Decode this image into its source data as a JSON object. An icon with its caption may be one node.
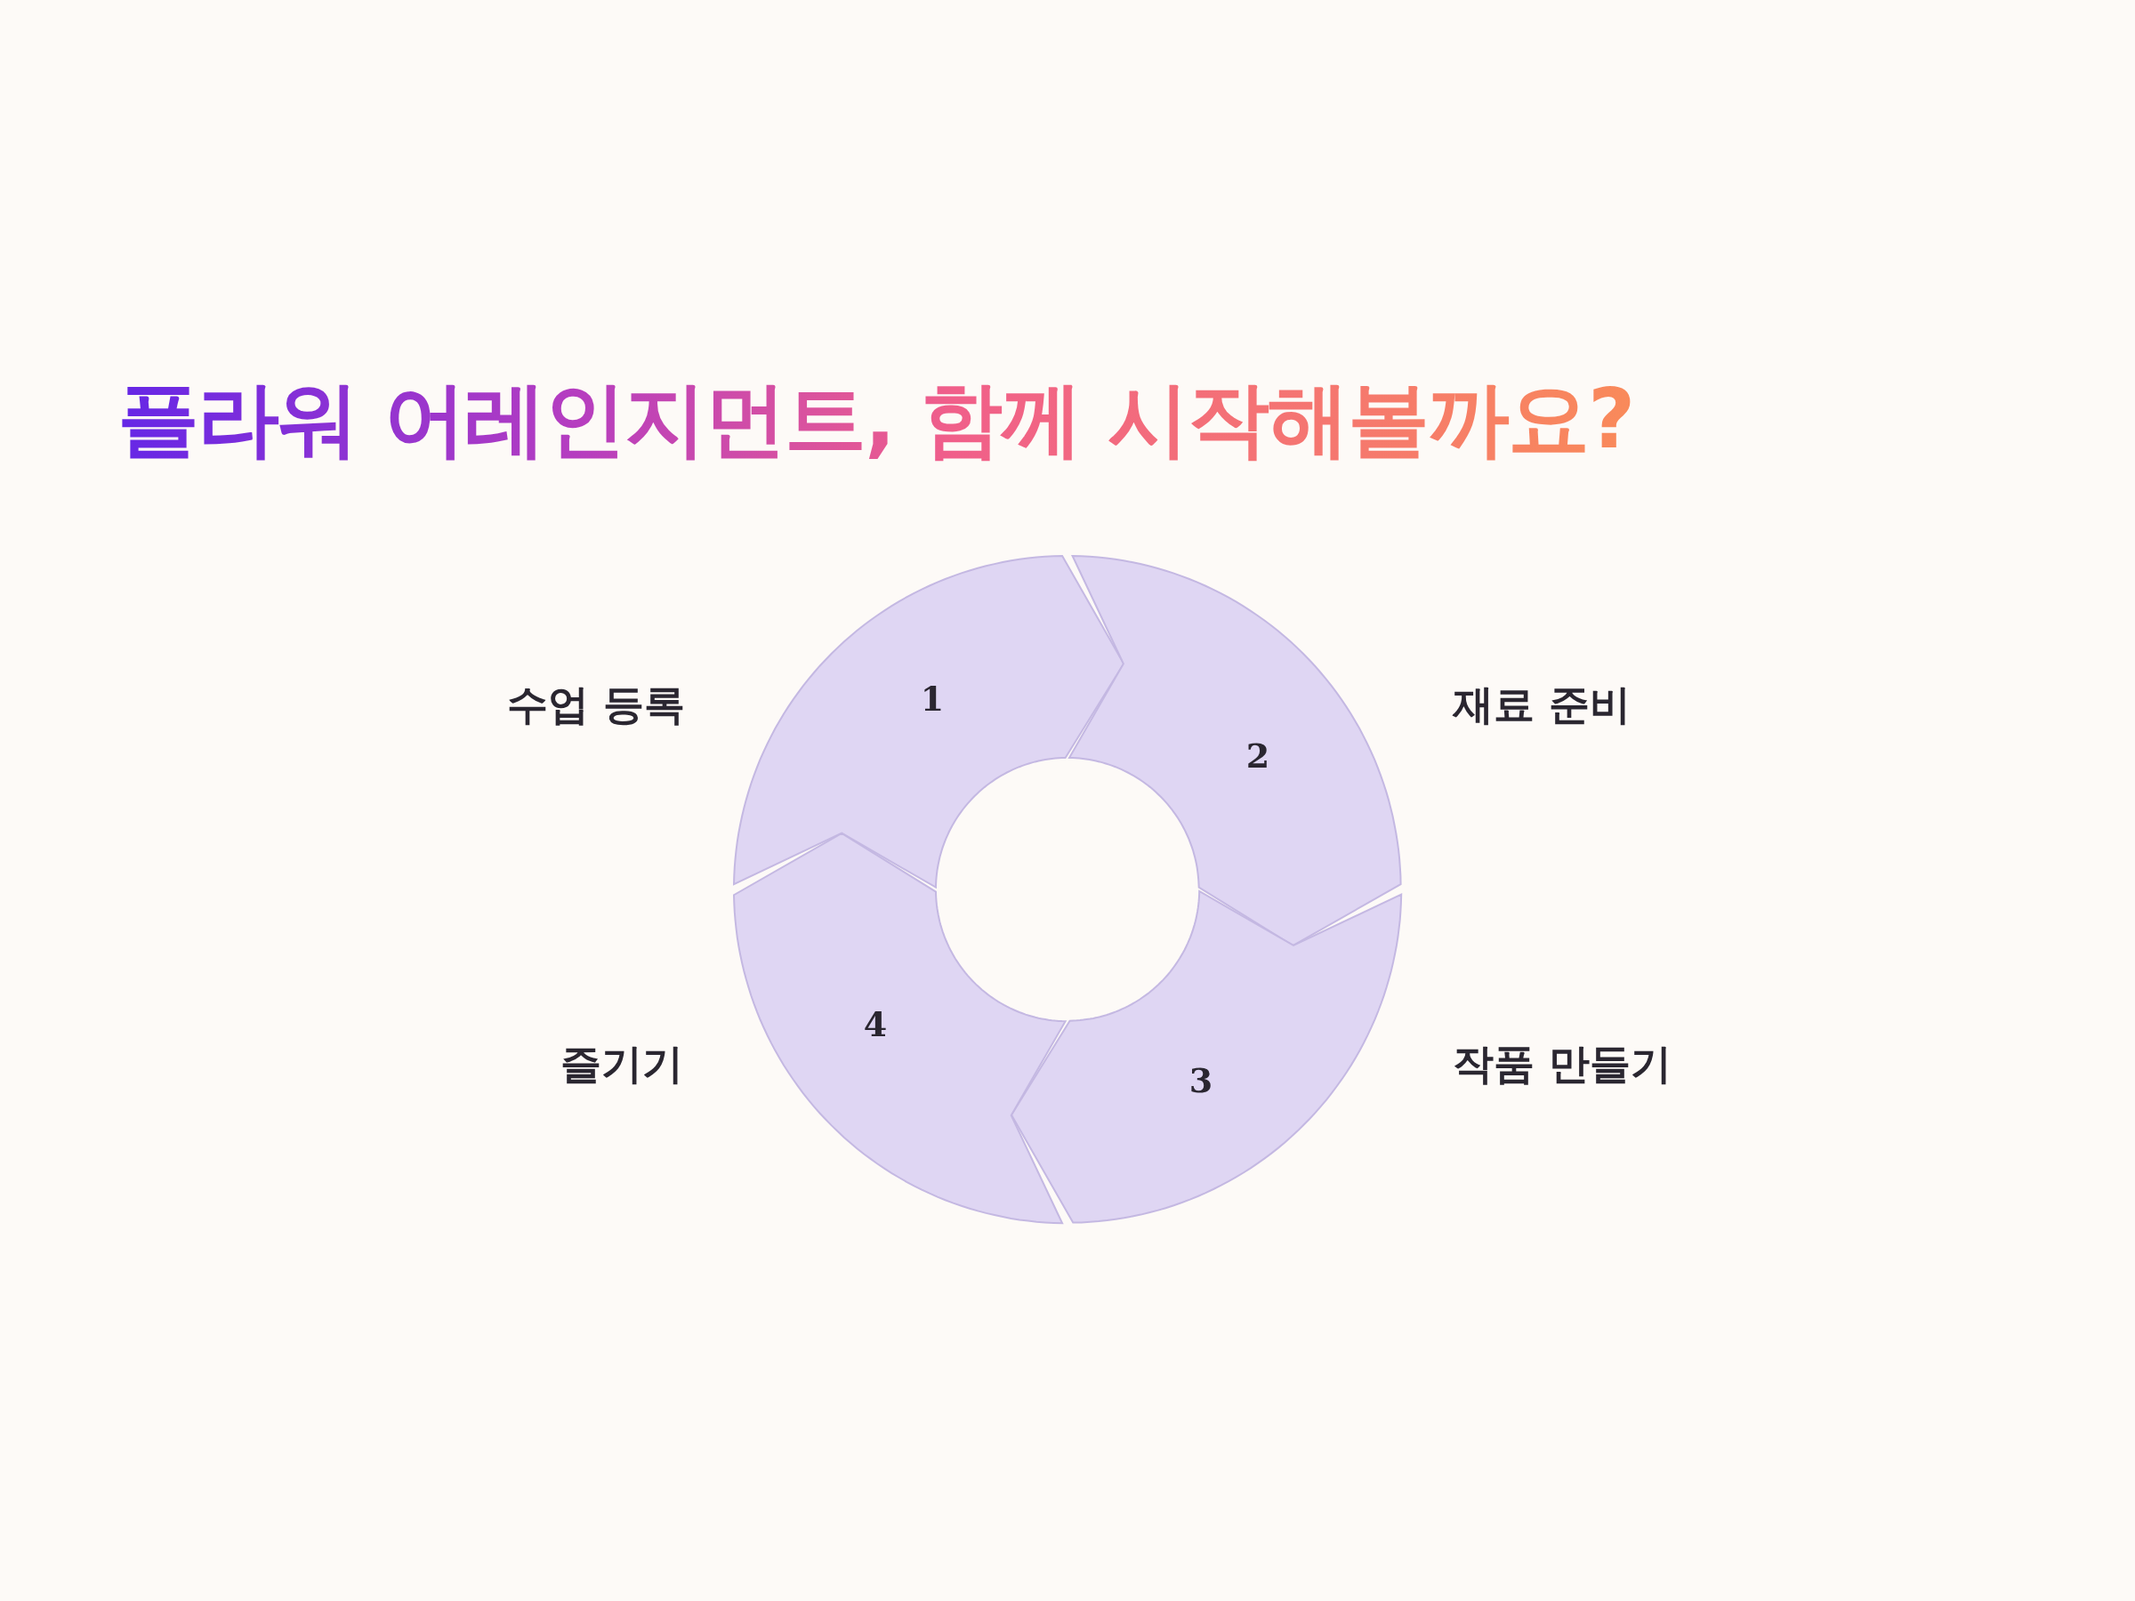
{
  "diagram": {
    "title": "플라워 어레인지먼트, 함께 시작해볼까요?",
    "nodes": [
      {
        "text": [
          "1"
        ],
        "beside": [
          "수업 등록"
        ]
      },
      {
        "text": [
          "2"
        ],
        "beside": [
          "재료 준비"
        ]
      },
      {
        "text": [
          "3"
        ],
        "beside": [
          "작품 만들기"
        ]
      },
      {
        "text": [
          "4"
        ],
        "beside": [
          "즐기기"
        ]
      }
    ]
  }
}
